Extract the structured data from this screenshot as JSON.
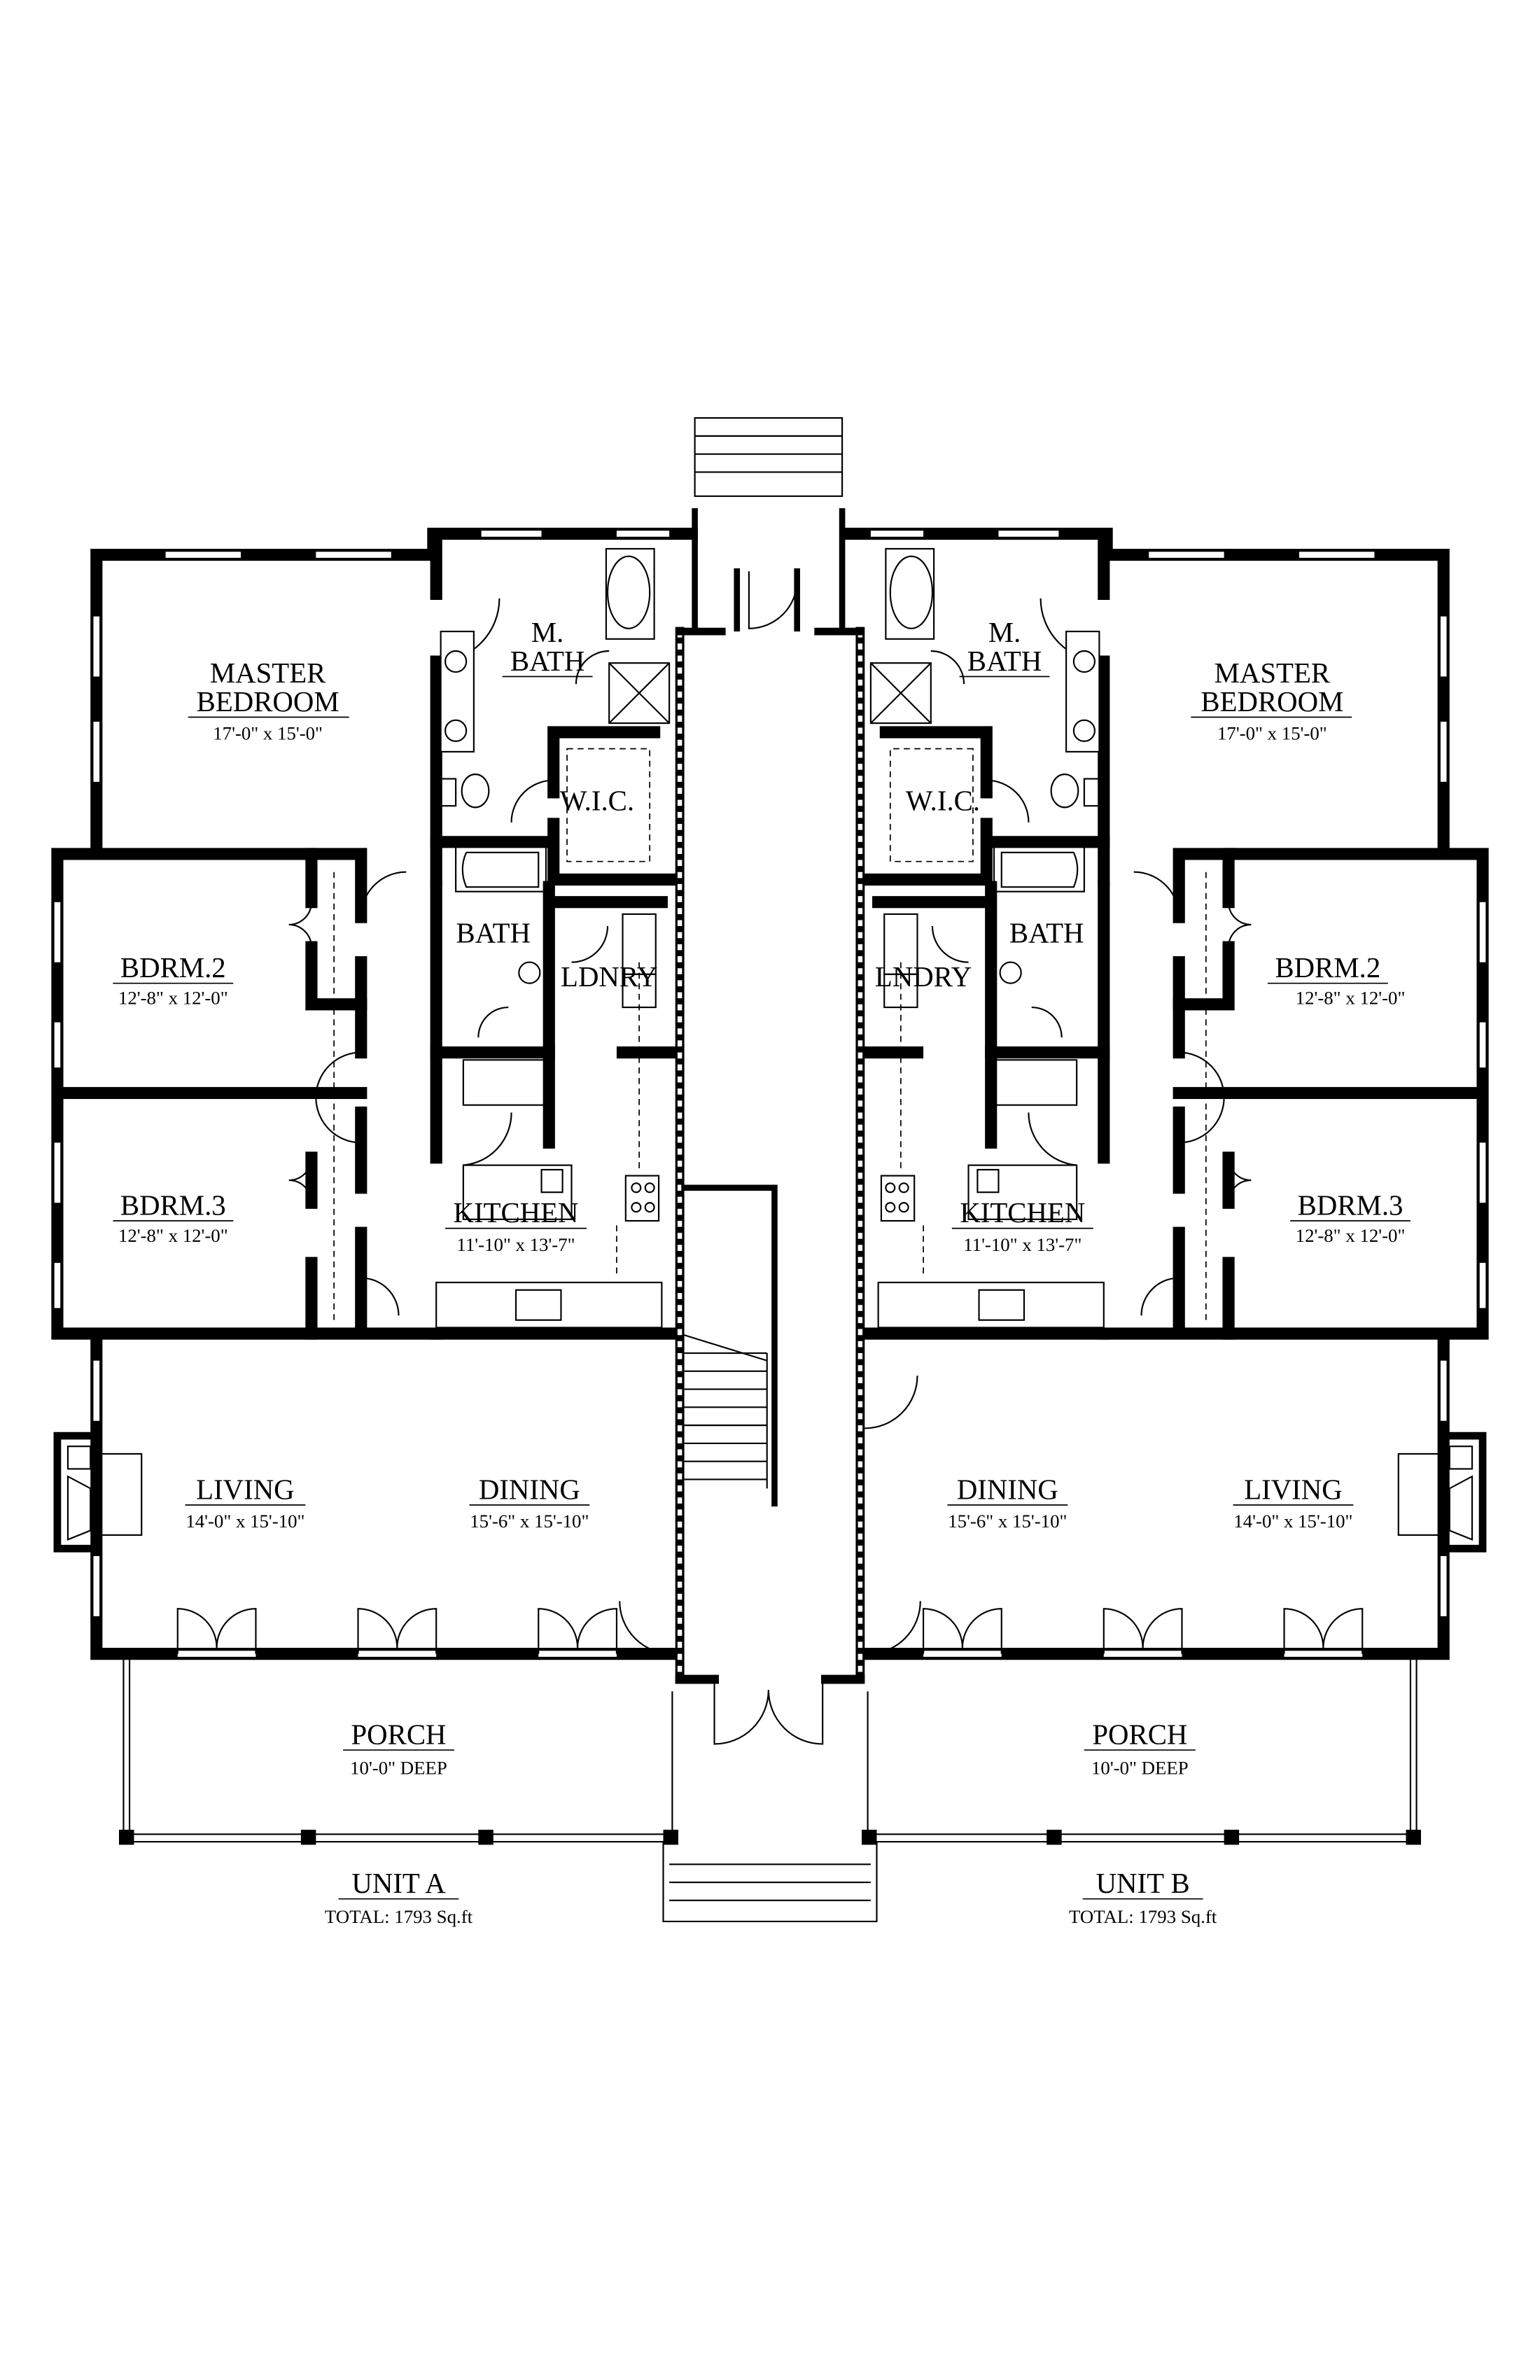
{
  "unit_a": {
    "master_bedroom": {
      "line1": "MASTER",
      "line2": "BEDROOM",
      "size": "17'-0\" x 15'-0\""
    },
    "master_bath": {
      "line1": "M.",
      "line2": "BATH"
    },
    "wic": "W.I.C.",
    "bath": "BATH",
    "laundry": "LDNRY",
    "bedroom2": {
      "name": "BDRM.2",
      "size": "12'-8\" x 12'-0\""
    },
    "bedroom3": {
      "name": "BDRM.3",
      "size": "12'-8\" x 12'-0\""
    },
    "kitchen": {
      "name": "KITCHEN",
      "size": "11'-10\" x 13'-7\""
    },
    "living": {
      "name": "LIVING",
      "size": "14'-0\" x 15'-10\""
    },
    "dining": {
      "name": "DINING",
      "size": "15'-6\" x 15'-10\""
    },
    "porch": {
      "name": "PORCH",
      "size": "10'-0\" DEEP"
    },
    "unit": {
      "name": "UNIT A",
      "total": "TOTAL: 1793 Sq.ft"
    }
  },
  "unit_b": {
    "master_bedroom": {
      "line1": "MASTER",
      "line2": "BEDROOM",
      "size": "17'-0\" x 15'-0\""
    },
    "master_bath": {
      "line1": "M.",
      "line2": "BATH"
    },
    "wic": "W.I.C.",
    "bath": "BATH",
    "laundry": "LNDRY",
    "bedroom2": {
      "name": "BDRM.2",
      "size": "12'-8\" x 12'-0\""
    },
    "bedroom3": {
      "name": "BDRM.3",
      "size": "12'-8\" x 12'-0\""
    },
    "kitchen": {
      "name": "KITCHEN",
      "size": "11'-10\" x 13'-7\""
    },
    "living": {
      "name": "LIVING",
      "size": "14'-0\" x 15'-10\""
    },
    "dining": {
      "name": "DINING",
      "size": "15'-6\" x 15'-10\""
    },
    "porch": {
      "name": "PORCH",
      "size": "10'-0\" DEEP"
    },
    "unit": {
      "name": "UNIT B",
      "total": "TOTAL: 1793 Sq.ft"
    }
  }
}
